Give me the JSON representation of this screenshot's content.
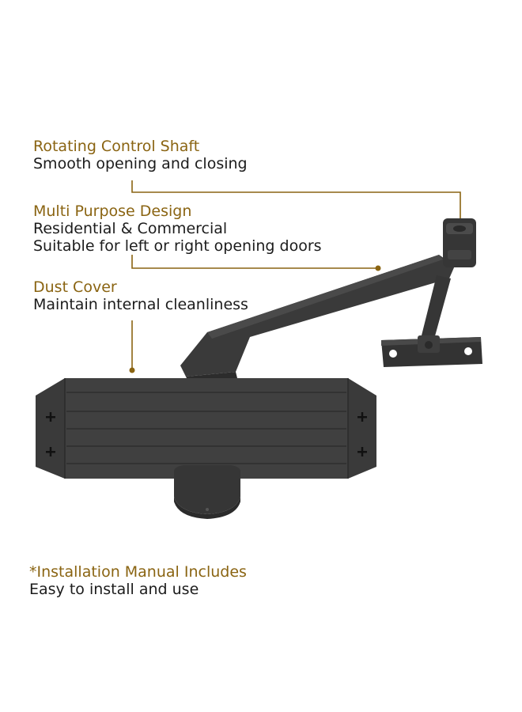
{
  "features": [
    {
      "title": "Rotating Control Shaft",
      "lines": [
        "Smooth opening and closing"
      ]
    },
    {
      "title": "Multi Purpose Design",
      "lines": [
        "Residential & Commercial",
        "Suitable for left or right opening doors"
      ]
    },
    {
      "title": "Dust Cover",
      "lines": [
        "Maintain internal cleanliness"
      ]
    }
  ],
  "note": {
    "title": "*Installation Manual Includes",
    "line": "Easy to install and use"
  },
  "colors": {
    "accent": "#8a6412",
    "text": "#1c1c1c",
    "product": "#3b3b3b"
  }
}
